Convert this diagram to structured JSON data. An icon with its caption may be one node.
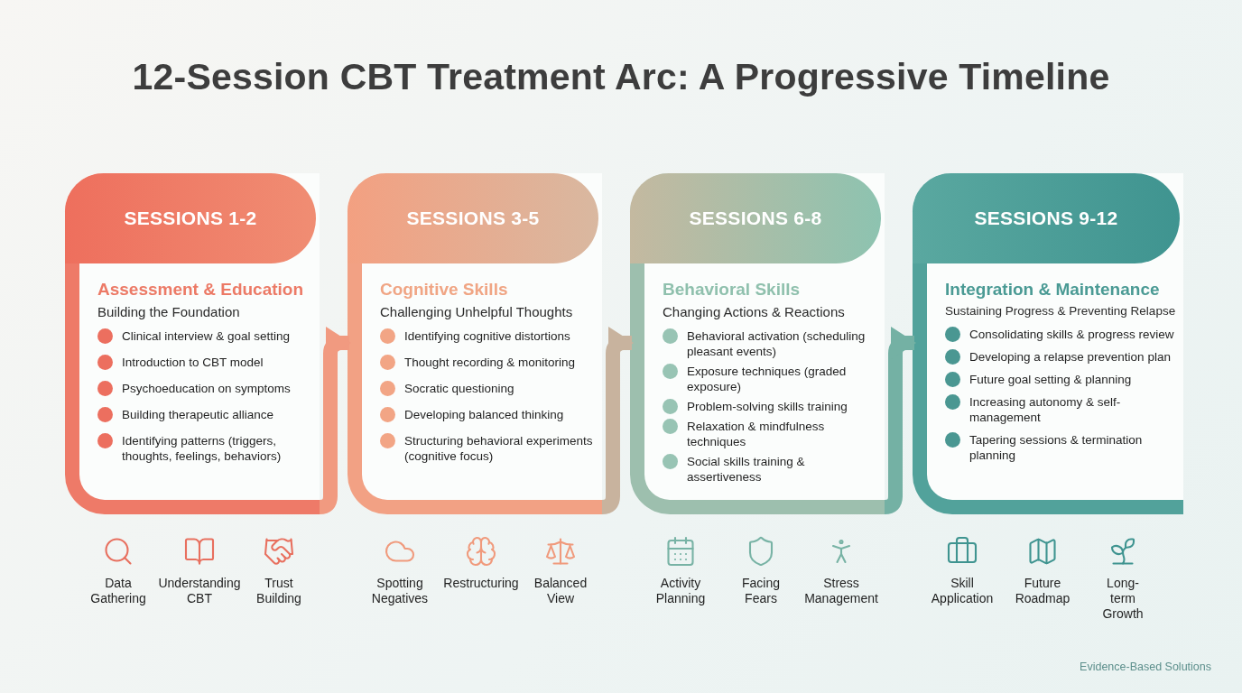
{
  "diagram": {
    "title": "12-Session CBT Treatment Arc: A Progressive Timeline",
    "nodes": [
      {
        "text": [
          "SESSIONS 1-2",
          "Assessment & Education",
          "Building the Foundation",
          "Clinical interview & goal setting",
          "Introduction to CBT model",
          "Psychoeducation on symptoms",
          "Building therapeutic alliance",
          "Identifying patterns (triggers, thoughts, feelings, behaviors)"
        ]
      },
      {
        "text": [
          "SESSIONS 3-5",
          "Cognitive Skills",
          "Challenging Unhelpful Thoughts",
          "Identifying cognitive distortions",
          "Thought recording & monitoring",
          "Socratic questioning",
          "Developing balanced thinking",
          "Structuring behavioral experiments (cognitive focus)"
        ]
      },
      {
        "text": [
          "SESSIONS 6-8",
          "Behavioral Skills",
          "Changing Actions & Reactions",
          "Behavioral activation (scheduling pleasant events)",
          "Exposure techniques (graded exposure)",
          "Problem-solving skills training",
          "Relaxation & mindfulness techniques",
          "Social skills training & assertiveness"
        ]
      },
      {
        "text": [
          "SESSIONS 9-12",
          "Integration & Maintenance",
          "Sustaining Progress & Preventing Relapse",
          "Consolidating skills & progress review",
          "Developing a relapse prevention plan",
          "Future goal setting & planning",
          "Increasing autonomy & self-management",
          "Tapering sessions & termination planning"
        ]
      }
    ],
    "edges": [
      {
        "from": 0,
        "to": 1,
        "arrow": "to",
        "color": "#f19a80"
      },
      {
        "from": 1,
        "to": 2,
        "arrow": "to",
        "color": "#c8b39e"
      },
      {
        "from": 2,
        "to": 3,
        "arrow": "to",
        "color": "#74b1a4"
      }
    ],
    "labels": [
      "Data Gathering",
      "Understanding CBT",
      "Trust Building",
      "Spotting Negatives",
      "Restructuring",
      "Balanced View",
      "Activity Planning",
      "Facing Fears",
      "Stress Management",
      "Skill Application",
      "Future Roadmap",
      "Long-term Growth",
      "Evidence-Based Solutions"
    ]
  }
}
